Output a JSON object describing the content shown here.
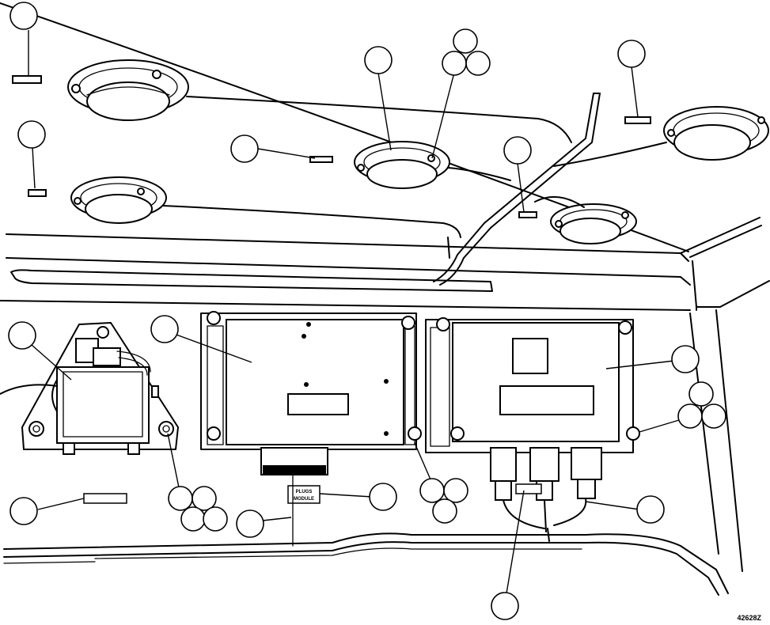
{
  "labels": {
    "plugs_module": "PLUGS\nMODULE",
    "figure_number": "42628Z"
  },
  "icons": [
    "dome-light",
    "control-module",
    "relay-module",
    "wiring-harness",
    "callout-circle"
  ]
}
